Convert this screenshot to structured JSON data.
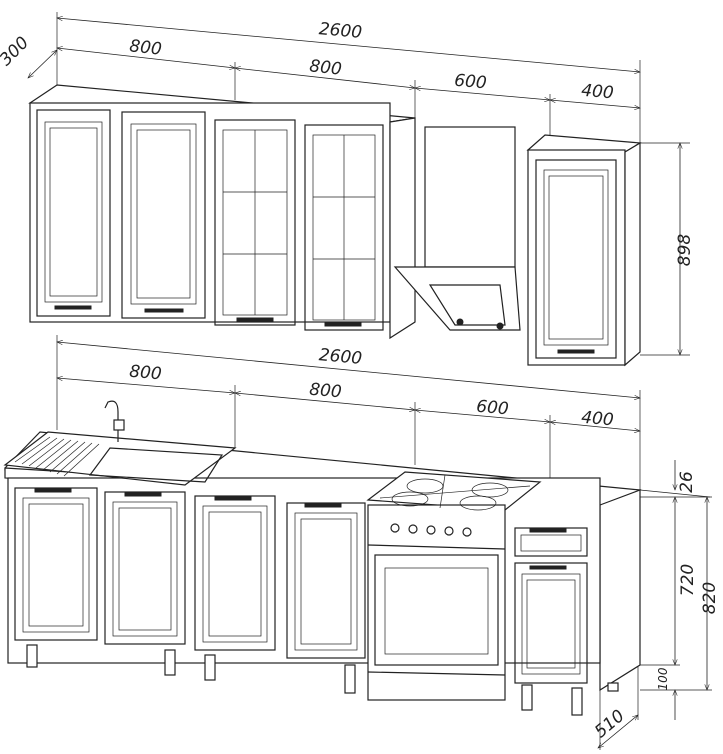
{
  "title": "Kitchen set dimension drawing",
  "units": "mm",
  "upper": {
    "total_width": "2600",
    "depth": "300",
    "sections": [
      "800",
      "800",
      "600",
      "400"
    ],
    "height": "898"
  },
  "lower": {
    "total_width": "2600",
    "sections": [
      "800",
      "800",
      "600",
      "400"
    ],
    "countertop_thickness": "26",
    "cabinet_height": "720",
    "total_height": "820",
    "leg_height": "100",
    "depth": "510"
  }
}
